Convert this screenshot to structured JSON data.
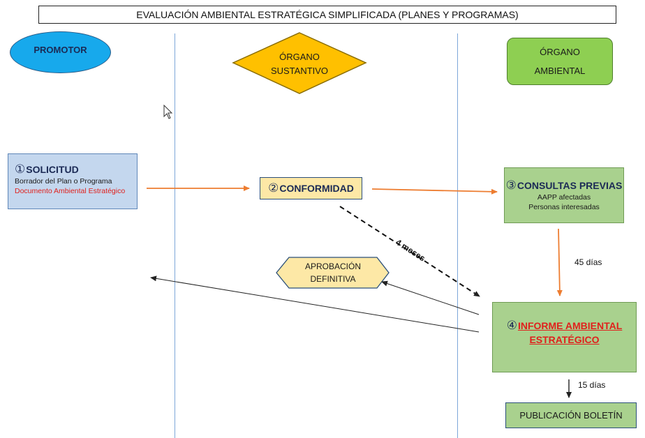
{
  "title": "EVALUACIÓN AMBIENTAL ESTRATÉGICA SIMPLIFICADA (PLANES Y PROGRAMAS)",
  "actors": {
    "promotor": "PROMOTOR",
    "organo_sustantivo": [
      "ÓRGANO",
      "SUSTANTIVO"
    ],
    "organo_ambiental": [
      "ÓRGANO",
      "AMBIENTAL"
    ]
  },
  "steps": {
    "solicitud": {
      "num": "①",
      "title": "SOLICITUD",
      "line1": "Borrador del Plan o Programa",
      "line2": "Documento Ambiental  Estratégico"
    },
    "conformidad": {
      "num": "②",
      "title": "CONFORMIDAD"
    },
    "consultas": {
      "num": "③",
      "title": "CONSULTAS PREVIAS",
      "line1": "AAPP afectadas",
      "line2": "Personas interesadas"
    },
    "informe": {
      "num": "④",
      "title1": "INFORME AMBIENTAL",
      "title2": "ESTRATÉGICO"
    },
    "aprobacion": [
      "APROBACIÓN",
      "DEFINITIVA"
    ],
    "publicacion": "PUBLICACIÓN BOLETÍN"
  },
  "durations": {
    "four_months": "4 meses",
    "days45": "45 días",
    "days15": "15 días"
  },
  "colors": {
    "promotor": "#17a9ec",
    "sustantivo": "#ffc000",
    "ambiental": "#8ecf52",
    "arrow_orange": "#ed7d31",
    "step_red": "#e0201c",
    "lane_line": "#7da7d9"
  }
}
